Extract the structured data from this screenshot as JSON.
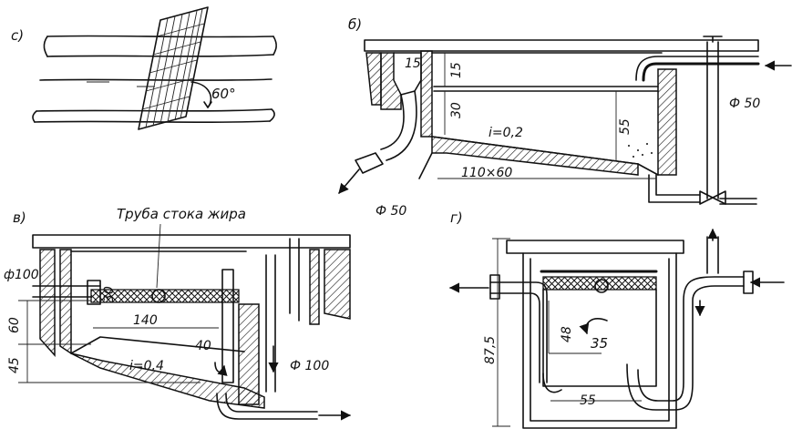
{
  "panels": {
    "a": {
      "label": "с)",
      "angle": "60°"
    },
    "b": {
      "label": "б)",
      "dims": {
        "d15a": "15",
        "d15b": "15",
        "d30": "30",
        "slope": "i=0,2",
        "d55": "55",
        "base": "110×60",
        "pipe_top": "Ф 50",
        "pipe_out": "Ф 50"
      }
    },
    "c": {
      "label": "в)",
      "caption": "Труба стока жира",
      "dims": {
        "d100": "ф100",
        "d30": "30",
        "d140": "140",
        "d60": "60",
        "d45": "45",
        "d40": "40",
        "slope": "i=0,4",
        "pipe": "Ф 100"
      }
    },
    "d": {
      "label": "г)",
      "dims": {
        "d875": "87,5",
        "d48": "48",
        "d35": "35",
        "d55": "55"
      }
    }
  }
}
